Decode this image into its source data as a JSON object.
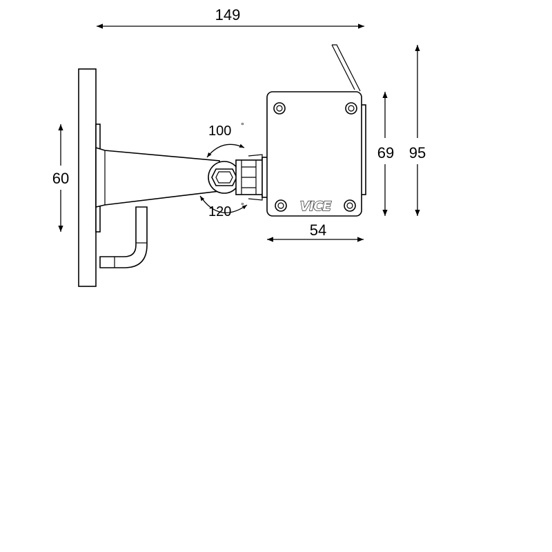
{
  "dimensions": {
    "overall_width": "149",
    "wall_plate_height": "60",
    "box_height": "69",
    "overall_height": "95",
    "box_width": "54"
  },
  "angles": {
    "upper": "100",
    "lower": "120",
    "degree_symbol": "°"
  },
  "logo": {
    "text": "VICE"
  },
  "colors": {
    "line": "#000000",
    "background": "#ffffff"
  }
}
